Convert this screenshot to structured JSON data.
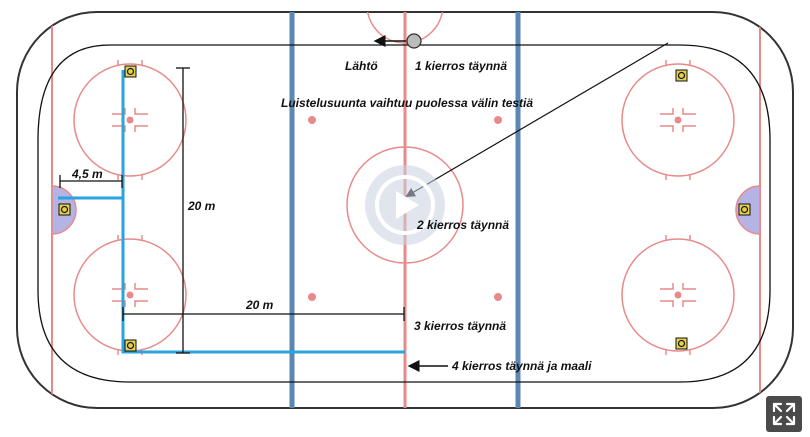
{
  "labels": {
    "start": "Lähtö",
    "lap1": "1 kierros täynnä",
    "direction": "Luistelusuunta vaihtuu puolessa välin testiä",
    "lap2": "2 kierros täynnä",
    "lap3": "3 kierros täynnä",
    "lap4": "4 kierros täynnä ja maali",
    "dim_4_5": "4,5 m",
    "dim_20_vertical": "20 m",
    "dim_20_horizontal": "20 m"
  },
  "icons": {
    "play": "play-icon",
    "expand": "expand-icon",
    "cone": "cone-marker-icon",
    "start_puck": "start-marker-icon"
  },
  "colors": {
    "rink_border": "#333333",
    "red_line": "#e88a8a",
    "blue_line": "#5b87b5",
    "course_path": "#2aa3de",
    "crease": "#b5b3e3",
    "text": "#111111",
    "play_overlay": "#c8d2e0"
  }
}
